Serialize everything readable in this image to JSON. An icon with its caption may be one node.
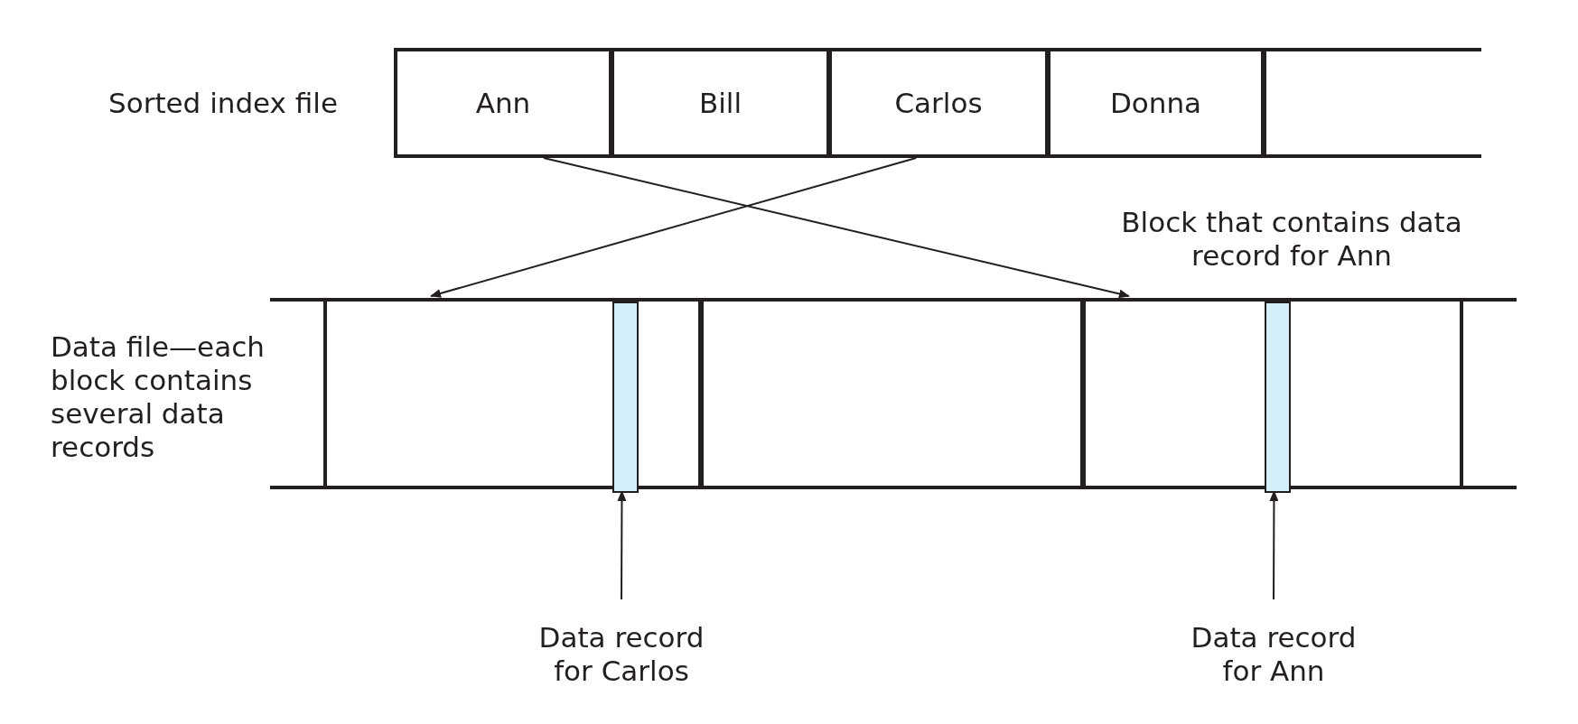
{
  "diagram": {
    "nodes": [
      {
        "text": [
          "Ann"
        ]
      },
      {
        "text": [
          "Bill"
        ]
      },
      {
        "text": [
          "Carlos"
        ]
      },
      {
        "text": [
          "Donna"
        ]
      },
      {
        "text": [],
        "shape": "box"
      },
      {
        "text": [],
        "shape": "box"
      },
      {
        "text": [],
        "shape": "bar",
        "in": 5
      },
      {
        "text": [],
        "shape": "box"
      },
      {
        "text": [],
        "shape": "box"
      },
      {
        "text": [],
        "shape": "bar",
        "in": 8
      },
      {
        "text": [
          "Data record for Carlos"
        ]
      },
      {
        "text": [
          "Data record for Ann"
        ]
      }
    ],
    "edges": [
      {
        "from": 0,
        "to": 8,
        "arrow": "to"
      },
      {
        "from": 2,
        "to": 5,
        "arrow": "to"
      },
      {
        "from": 10,
        "to": 6,
        "arrow": "to"
      },
      {
        "from": 11,
        "to": 9,
        "arrow": "to"
      }
    ],
    "labels": [
      "Sorted index file",
      "Block that contains data record for Ann",
      "Data file—each block contains several data records"
    ]
  }
}
